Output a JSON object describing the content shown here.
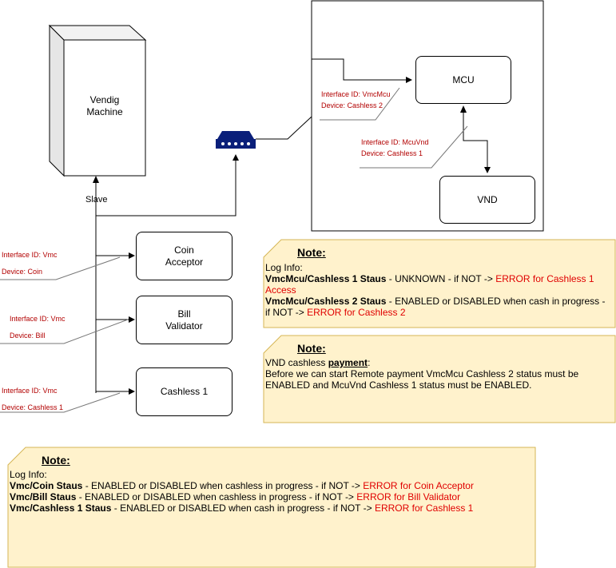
{
  "vending_machine": {
    "title_line1": "Vendig",
    "title_line2": "Machine",
    "role": "Slave"
  },
  "devices": [
    {
      "label_line1": "Coin",
      "label_line2": "Acceptor",
      "interface": "Interface ID: Vmc",
      "device": "Device: Coin"
    },
    {
      "label_line1": "Bill",
      "label_line2": "Validator",
      "interface": "Interface ID: Vmc",
      "device": "Device: Bill"
    },
    {
      "label_line1": "Cashless 1",
      "label_line2": "",
      "interface": "Interface ID: Vmc",
      "device": "Device: Cashless 1"
    }
  ],
  "mcu": {
    "label": "MCU",
    "interface": "Interface ID: VmcMcu",
    "device": "Device: Cashless 2"
  },
  "vnd": {
    "label": "VND",
    "interface": "Interface ID: McuVnd",
    "device": "Device: Cashless 1"
  },
  "note1": {
    "title": "Note:",
    "intro": "Log Info:",
    "line1_bold": "VmcMcu/Cashless 1 Staus",
    "line1_text": " - UNKNOWN - if NOT -> ",
    "line1_red": "ERROR for Cashless 1 Access",
    "line2_bold": "VmcMcu/Cashless 2 Staus",
    "line2_text": " - ENABLED or DISABLED when cash in progress - if NOT -> ",
    "line2_red": "ERROR for Cashless 2"
  },
  "note2": {
    "title": "Note:",
    "intro_text": "VND cashless ",
    "intro_bold": "payment",
    "intro_end": ":",
    "body": "Before we can start Remote payment VmcMcu Cashless 2 status must be ENABLED and McuVnd Cashless 1 status must be ENABLED."
  },
  "note3": {
    "title": "Note:",
    "intro": "Log Info:",
    "line1_bold": "Vmc/Coin Staus",
    "line1_text": " - ENABLED or DISABLED when cashless in progress - if NOT -> ",
    "line1_red": "ERROR for Coin Acceptor",
    "line2_bold": "Vmc/Bill Staus",
    "line2_text": " - ENABLED or DISABLED when cashless in progress - if NOT -> ",
    "line2_red": "ERROR for Bill Validator",
    "line3_bold": "Vmc/Cashless 1 Staus",
    "line3_text": " - ENABLED or DISABLED when cash in progress - if NOT -> ",
    "line3_red": "ERROR for Cashless 1"
  },
  "colors": {
    "label_red": "#b20000",
    "error_red": "#e00000",
    "note_fill": "#fff2cc",
    "note_border": "#d6b656",
    "router": "#0a1f7a"
  }
}
